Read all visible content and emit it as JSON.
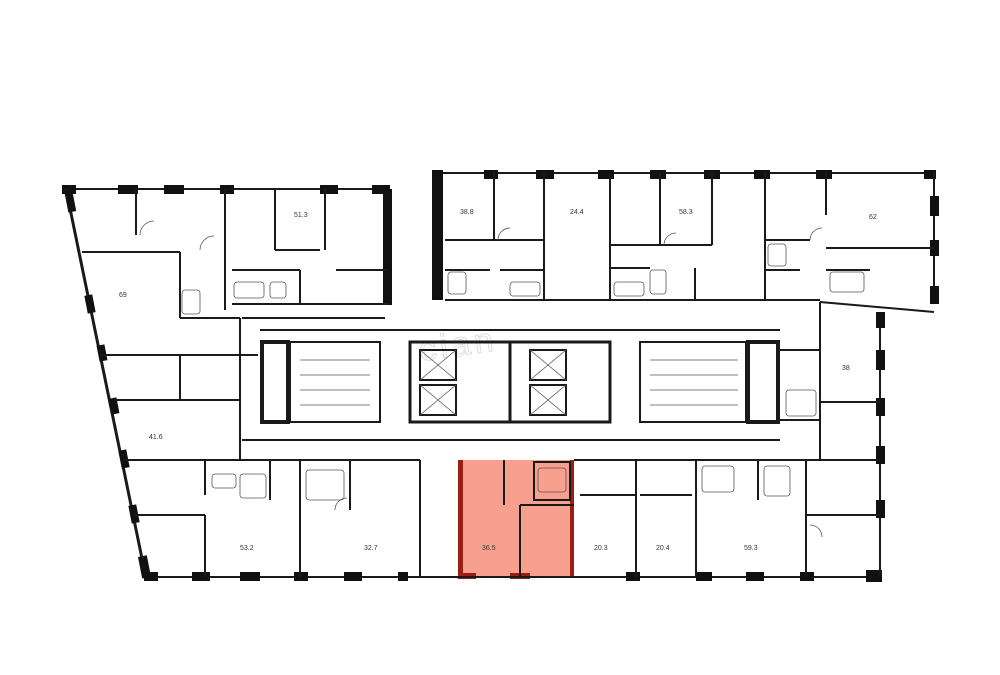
{
  "plan": {
    "watermark": "cian",
    "highlight_color": "#f7a08f",
    "highlight_wall_color": "#9c1d12",
    "wall_color": "#111111",
    "apartments": [
      {
        "id": "flat-69",
        "area": "69"
      },
      {
        "id": "flat-51-3",
        "area": "51.3"
      },
      {
        "id": "flat-38-8",
        "area": "38.8"
      },
      {
        "id": "flat-24-4",
        "area": "24.4"
      },
      {
        "id": "flat-58-3",
        "area": "58.3"
      },
      {
        "id": "flat-62",
        "area": "62"
      },
      {
        "id": "flat-38",
        "area": "38"
      },
      {
        "id": "flat-41-6",
        "area": "41.6"
      },
      {
        "id": "flat-53-2",
        "area": "53.2"
      },
      {
        "id": "flat-32-7",
        "area": "32.7"
      },
      {
        "id": "flat-36-5",
        "area": "36.5",
        "highlighted": true
      },
      {
        "id": "flat-20-3",
        "area": "20.3"
      },
      {
        "id": "flat-20-4",
        "area": "20.4"
      },
      {
        "id": "flat-59-3",
        "area": "59.3"
      }
    ]
  }
}
